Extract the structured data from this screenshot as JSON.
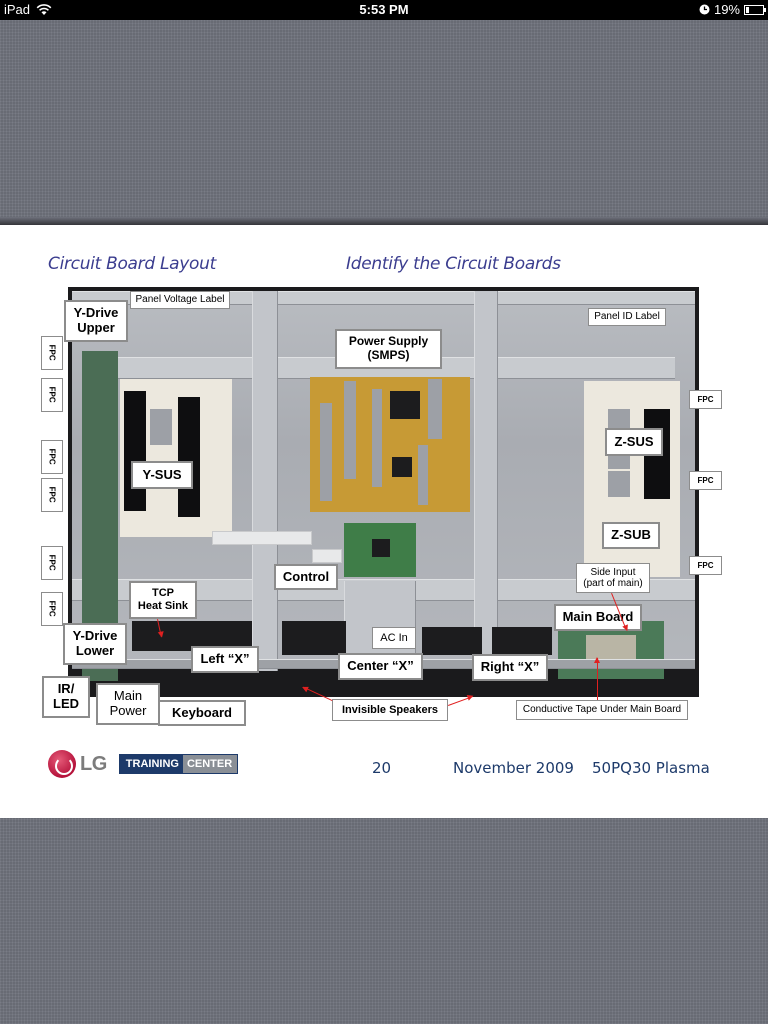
{
  "status_bar": {
    "device": "iPad",
    "time": "5:53 PM",
    "battery_percent_label": "19%",
    "battery_level": 0.19,
    "icons": [
      "wifi-icon",
      "clock-icon",
      "battery-icon"
    ]
  },
  "slide": {
    "title_left": "Circuit Board Layout",
    "title_right": "Identify the Circuit Boards",
    "labels": {
      "y_drive_upper": "Y-Drive\nUpper",
      "panel_voltage_label": "Panel Voltage Label",
      "power_supply": "Power Supply\n(SMPS)",
      "panel_id_label": "Panel ID Label",
      "y_sus": "Y-SUS",
      "z_sus": "Z-SUS",
      "z_sub": "Z-SUB",
      "control": "Control",
      "tcp_heat_sink": "TCP\nHeat Sink",
      "side_input": "Side Input\n(part of main)",
      "main_board": "Main Board",
      "ac_in": "AC In",
      "y_drive_lower": "Y-Drive\nLower",
      "left_x": "Left “X”",
      "center_x": "Center “X”",
      "right_x": "Right “X”",
      "ir_led": "IR/\nLED",
      "main_power": "Main\nPower",
      "keyboard": "Keyboard",
      "invisible_speakers": "Invisible Speakers",
      "conductive_tape": "Conductive Tape Under Main Board",
      "fpc": "FPC"
    }
  },
  "footer": {
    "logo_text": "LG",
    "training": "TRAINING",
    "center": "CENTER",
    "page_number": "20",
    "date": "November 2009",
    "model": "50PQ30 Plasma"
  }
}
